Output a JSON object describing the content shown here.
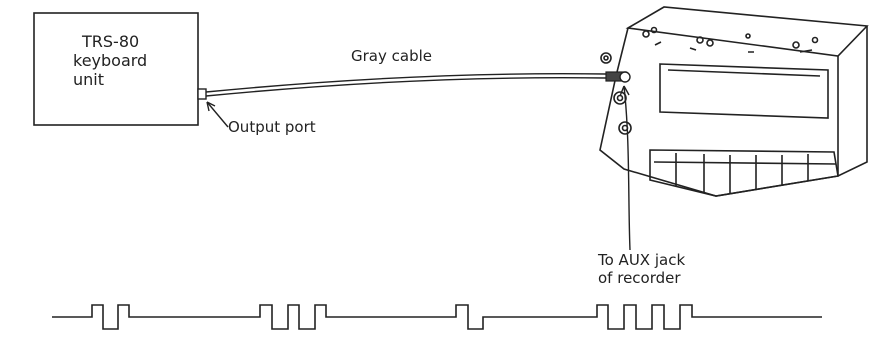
{
  "keyboard": {
    "line1": "TRS-80",
    "line2": "keyboard",
    "line3": "unit"
  },
  "cable_label": "Gray cable",
  "output_port_label": "Output port",
  "aux_label": {
    "line1": "To AUX jack",
    "line2": "of recorder"
  },
  "waveform": {
    "pulse_shape": "bit-cell pulse groups",
    "groups": [
      2,
      3,
      1,
      4
    ]
  }
}
